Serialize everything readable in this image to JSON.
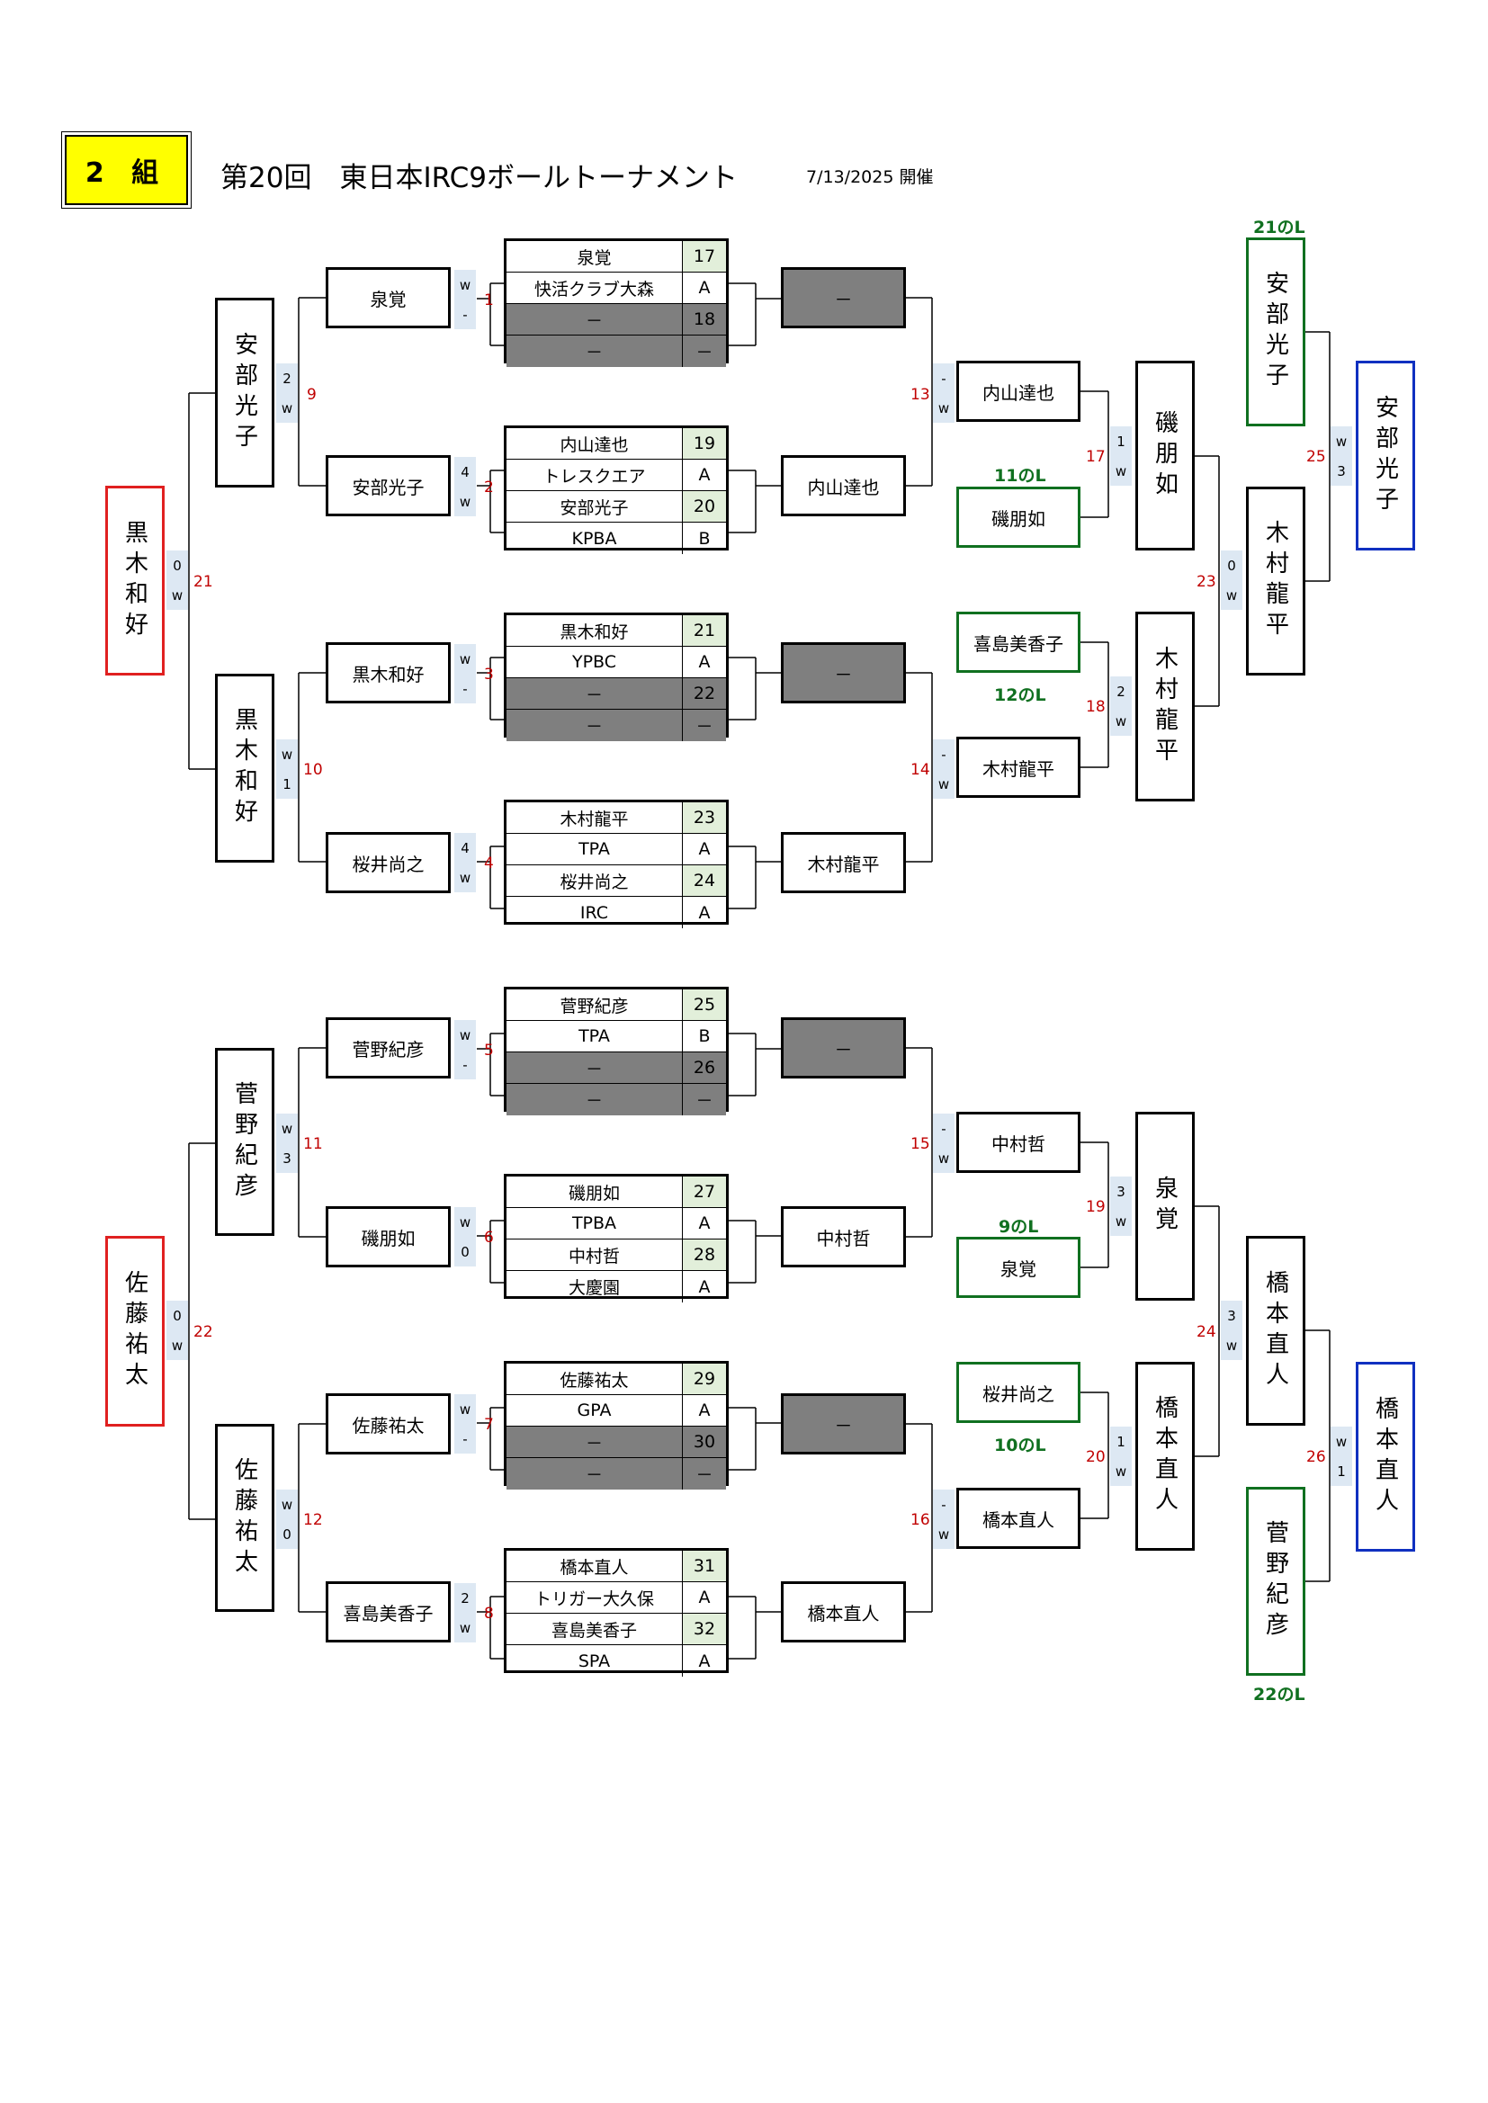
{
  "header": {
    "group_label": "2 組",
    "title": "第20回　東日本IRC9ボールトーナメント",
    "date": "7/13/2025 開催"
  },
  "entries": [
    {
      "rows": [
        {
          "name": "泉覚",
          "code": "17",
          "seed": true
        },
        {
          "name": "快活クラブ大森",
          "code": "A"
        },
        {
          "name": "－",
          "code": "18",
          "seed": true,
          "dash": true
        },
        {
          "name": "－",
          "code": "－",
          "dash": true
        }
      ]
    },
    {
      "rows": [
        {
          "name": "内山達也",
          "code": "19",
          "seed": true
        },
        {
          "name": "トレスクエア",
          "code": "A"
        },
        {
          "name": "安部光子",
          "code": "20",
          "seed": true
        },
        {
          "name": "KPBA",
          "code": "B"
        }
      ]
    },
    {
      "rows": [
        {
          "name": "黒木和好",
          "code": "21",
          "seed": true
        },
        {
          "name": "YPBC",
          "code": "A"
        },
        {
          "name": "－",
          "code": "22",
          "seed": true,
          "dash": true
        },
        {
          "name": "－",
          "code": "－",
          "dash": true
        }
      ]
    },
    {
      "rows": [
        {
          "name": "木村龍平",
          "code": "23",
          "seed": true
        },
        {
          "name": "TPA",
          "code": "A"
        },
        {
          "name": "桜井尚之",
          "code": "24",
          "seed": true
        },
        {
          "name": "IRC",
          "code": "A"
        }
      ]
    },
    {
      "rows": [
        {
          "name": "菅野紀彦",
          "code": "25",
          "seed": true
        },
        {
          "name": "TPA",
          "code": "B"
        },
        {
          "name": "－",
          "code": "26",
          "seed": true,
          "dash": true
        },
        {
          "name": "－",
          "code": "－",
          "dash": true
        }
      ]
    },
    {
      "rows": [
        {
          "name": "磯朋如",
          "code": "27",
          "seed": true
        },
        {
          "name": "TPBA",
          "code": "A"
        },
        {
          "name": "中村哲",
          "code": "28",
          "seed": true
        },
        {
          "name": "大慶園",
          "code": "A"
        }
      ]
    },
    {
      "rows": [
        {
          "name": "佐藤祐太",
          "code": "29",
          "seed": true
        },
        {
          "name": "GPA",
          "code": "A"
        },
        {
          "name": "－",
          "code": "30",
          "seed": true,
          "dash": true
        },
        {
          "name": "－",
          "code": "－",
          "dash": true
        }
      ]
    },
    {
      "rows": [
        {
          "name": "橋本直人",
          "code": "31",
          "seed": true
        },
        {
          "name": "トリガー大久保",
          "code": "A"
        },
        {
          "name": "喜島美香子",
          "code": "32",
          "seed": true
        },
        {
          "name": "SPA",
          "code": "A"
        }
      ]
    }
  ],
  "boxes": [
    {
      "id": "m1-winner",
      "text": "泉覚"
    },
    {
      "id": "m2-winner",
      "text": "安部光子"
    },
    {
      "id": "m3-winner",
      "text": "黒木和好"
    },
    {
      "id": "m4-winner",
      "text": "桜井尚之"
    },
    {
      "id": "m5-winner",
      "text": "菅野紀彦"
    },
    {
      "id": "m6-winner",
      "text": "磯朋如"
    },
    {
      "id": "m7-winner",
      "text": "佐藤祐太"
    },
    {
      "id": "m8-winner",
      "text": "喜島美香子"
    },
    {
      "id": "m1-loser",
      "text": "－",
      "gray": true
    },
    {
      "id": "m2-loser",
      "text": "内山達也"
    },
    {
      "id": "m3-loser",
      "text": "－",
      "gray": true
    },
    {
      "id": "m4-loser",
      "text": "木村龍平"
    },
    {
      "id": "m5-loser",
      "text": "－",
      "gray": true
    },
    {
      "id": "m6-loser",
      "text": "中村哲"
    },
    {
      "id": "m7-loser",
      "text": "－",
      "gray": true
    },
    {
      "id": "m8-loser",
      "text": "橋本直人"
    },
    {
      "id": "m13-winner",
      "text": "内山達也"
    },
    {
      "id": "l11-box",
      "text": "磯朋如",
      "border": "green"
    },
    {
      "id": "l12-box",
      "text": "喜島美香子",
      "border": "green"
    },
    {
      "id": "m14-winner",
      "text": "木村龍平"
    },
    {
      "id": "m15-winner",
      "text": "中村哲"
    },
    {
      "id": "l9-box",
      "text": "泉覚",
      "border": "green"
    },
    {
      "id": "l10-box",
      "text": "桜井尚之",
      "border": "green"
    },
    {
      "id": "m16-winner",
      "text": "橋本直人"
    }
  ],
  "vboxes": [
    {
      "id": "m9-winner",
      "text": "安部光子"
    },
    {
      "id": "m10-winner",
      "text": "黒木和好"
    },
    {
      "id": "m11-winner",
      "text": "菅野紀彦"
    },
    {
      "id": "m12-winner",
      "text": "佐藤祐太"
    },
    {
      "id": "m21-winner",
      "text": "黒木和好",
      "border": "red"
    },
    {
      "id": "m22-winner",
      "text": "佐藤祐太",
      "border": "red"
    },
    {
      "id": "m17-winner",
      "text": "磯朋如"
    },
    {
      "id": "m18-winner",
      "text": "木村龍平"
    },
    {
      "id": "m19-winner",
      "text": "泉覚"
    },
    {
      "id": "m20-winner",
      "text": "橋本直人"
    },
    {
      "id": "l21-box",
      "text": "安部光子",
      "border": "green"
    },
    {
      "id": "m23-winner",
      "text": "木村龍平"
    },
    {
      "id": "m24-winner",
      "text": "橋本直人"
    },
    {
      "id": "l22-box",
      "text": "菅野紀彦",
      "border": "green"
    },
    {
      "id": "m25-winner",
      "text": "安部光子",
      "border": "blue"
    },
    {
      "id": "m26-winner",
      "text": "橋本直人",
      "border": "blue"
    }
  ],
  "scores": [
    {
      "id": "m1",
      "top": "w",
      "bottom": "-"
    },
    {
      "id": "m2",
      "top": "4",
      "bottom": "w"
    },
    {
      "id": "m3",
      "top": "w",
      "bottom": "-"
    },
    {
      "id": "m4",
      "top": "4",
      "bottom": "w"
    },
    {
      "id": "m5",
      "top": "w",
      "bottom": "-"
    },
    {
      "id": "m6",
      "top": "w",
      "bottom": "0"
    },
    {
      "id": "m7",
      "top": "w",
      "bottom": "-"
    },
    {
      "id": "m8",
      "top": "2",
      "bottom": "w"
    },
    {
      "id": "m9",
      "top": "2",
      "bottom": "w"
    },
    {
      "id": "m10",
      "top": "w",
      "bottom": "1"
    },
    {
      "id": "m11",
      "top": "w",
      "bottom": "3"
    },
    {
      "id": "m12",
      "top": "w",
      "bottom": "0"
    },
    {
      "id": "m21",
      "top": "0",
      "bottom": "w"
    },
    {
      "id": "m22",
      "top": "0",
      "bottom": "w"
    },
    {
      "id": "m13",
      "top": "-",
      "bottom": "w"
    },
    {
      "id": "m14",
      "top": "-",
      "bottom": "w"
    },
    {
      "id": "m15",
      "top": "-",
      "bottom": "w"
    },
    {
      "id": "m16",
      "top": "-",
      "bottom": "w"
    },
    {
      "id": "m17",
      "top": "1",
      "bottom": "w"
    },
    {
      "id": "m18",
      "top": "2",
      "bottom": "w"
    },
    {
      "id": "m19",
      "top": "3",
      "bottom": "w"
    },
    {
      "id": "m20",
      "top": "1",
      "bottom": "w"
    },
    {
      "id": "m23",
      "top": "0",
      "bottom": "w"
    },
    {
      "id": "m24",
      "top": "3",
      "bottom": "w"
    },
    {
      "id": "m25",
      "top": "w",
      "bottom": "3"
    },
    {
      "id": "m26",
      "top": "w",
      "bottom": "1"
    }
  ],
  "match_numbers": [
    "1",
    "2",
    "3",
    "4",
    "5",
    "6",
    "7",
    "8",
    "9",
    "10",
    "11",
    "12",
    "21",
    "22",
    "13",
    "14",
    "15",
    "16",
    "17",
    "18",
    "19",
    "20",
    "23",
    "24",
    "25",
    "26"
  ],
  "loser_labels": [
    "21のL",
    "11のL",
    "12のL",
    "9のL",
    "10のL",
    "22のL"
  ]
}
